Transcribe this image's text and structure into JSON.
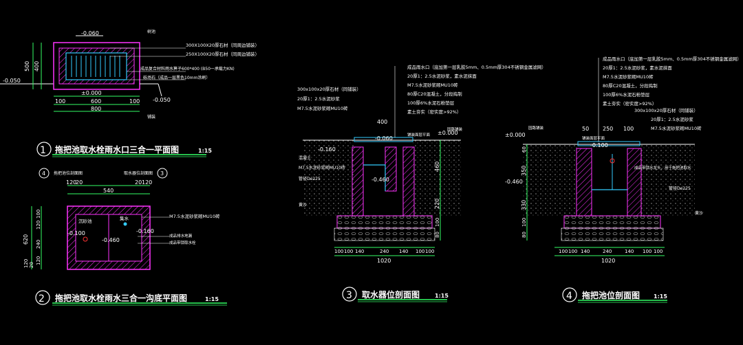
{
  "colors": {
    "bg": "#000000",
    "frame": "#ff33ff",
    "green": "#33ff66",
    "white": "#ffffff",
    "yellow": "#ffff66",
    "red": "#ff3333",
    "cyan": "#33ccff"
  },
  "plan1": {
    "title_num": "1",
    "title": "拖把池取水栓雨水口三合一平面图",
    "scale": "1:15",
    "elev_top": "-0.060",
    "elev_left": "-0.050",
    "elev_bottom": "±0.000",
    "elev_br": "-0.050",
    "dim_v": "500",
    "dim_v2": "400",
    "dims_h": [
      "100",
      "600",
      "100"
    ],
    "dim_total": "800",
    "label_top": "树池",
    "label_bottom": "铺装",
    "notes": [
      "300X100X20厚石材（同周边铺装）",
      "250X100X20厚石材（同周边铺装）",
      "成品复合材料雨水箅子600*400 (B50一承载力KN)",
      "砾场石（成品一层黑色10mm涂刷）"
    ]
  },
  "plan2": {
    "title_num": "2",
    "title": "拖把池取水栓雨水三合一沟底平面图",
    "scale": "1:15",
    "ref_left": "4",
    "ref_right": "3",
    "ref_left_lbl": "拖把池位剖面图",
    "ref_right_lbl": "取水器位剖面图",
    "dims_top": [
      "120",
      "20",
      "540",
      "20",
      "120"
    ],
    "dim_v": "620",
    "dims_v": [
      "100",
      "120",
      "240",
      "120",
      "120",
      "20"
    ],
    "label_sink": "沉砂池",
    "label_drain": "集水",
    "elev_a": "-0.100",
    "elev_b": "-0.460",
    "elev_c": "-0.160",
    "note_wall": "M7.5水泥砂浆砌MU10砖",
    "note_a": "成品排水地漏",
    "note_b": "成品带锁取水栓"
  },
  "sec3": {
    "title_num": "3",
    "title": "取水器位剖面图",
    "scale": "1:15",
    "notes_top": [
      "成品雨水口（底加第一层乳胶5mm、0.5mm厚304不锈钢金属滤网）",
      "20厚1：2.5水泥砂浆，素水泥抹面",
      "M7.5水泥砂浆砌MU10砖",
      "80厚C20混凝土，分段捣制",
      "100厚6%水泥石粉垫层",
      "素土夯实（密实度>92%）"
    ],
    "notes_left": [
      "300x100x20厚石材（同铺装）",
      "20厚1：2.5水泥砂浆",
      "M7.5水泥砂浆砌MU10砖"
    ],
    "dim_top": "400",
    "elev_top": "±0.000",
    "elev_a": "-0.060",
    "elev_b": "-0.160",
    "elev_c": "-0.460",
    "lbl_pave": "铺装面层平面",
    "lbl_edge": "园路铺装",
    "lbl_conc": "混凝土",
    "lbl_wall": "M7.5水泥砂浆砌MU10砖",
    "lbl_pipe": "管径De225",
    "lbl_sand": "黄沙",
    "dim_v": [
      "460",
      "220",
      "100",
      "80"
    ],
    "dims_bottom": [
      "100",
      "100",
      "140",
      "240",
      "140",
      "100",
      "100"
    ],
    "dim_total": "1020"
  },
  "sec4": {
    "title_num": "4",
    "title": "拖把池位剖面图",
    "scale": "1:15",
    "notes_top": [
      "成品雨水口（底加第一层乳胶5mm、0.5mm厚304不锈钢金属滤网）",
      "20厚1：2.5水泥砂浆，素水泥抹面",
      "M7.5水泥砂浆砌MU10砖",
      "80厚C20混凝土，分段捣制",
      "100厚6%水泥石粉垫层",
      "素土夯实（密实度>92%）"
    ],
    "notes_right": [
      "300x100x20厚石材（同铺装）",
      "20厚1：2.5水泥砂浆",
      "M7.5水泥砂浆砌MU10砖"
    ],
    "dims_top": [
      "50",
      "250",
      "100"
    ],
    "elev_top": "±0.000",
    "elev_a": "-0.100",
    "elev_b": "-0.460",
    "lbl_edge": "园路铺装",
    "lbl_pave": "铺装面层平面",
    "lbl_slope": "成品带锁水龙头，用于拖把池取水",
    "lbl_pipe": "管径De225",
    "lbl_sand": "黄沙",
    "dim_v": [
      "60",
      "350",
      "330",
      "100",
      "80"
    ],
    "dims_bottom": [
      "100",
      "100",
      "140",
      "240",
      "140",
      "100",
      "100"
    ],
    "dim_total": "1020"
  }
}
